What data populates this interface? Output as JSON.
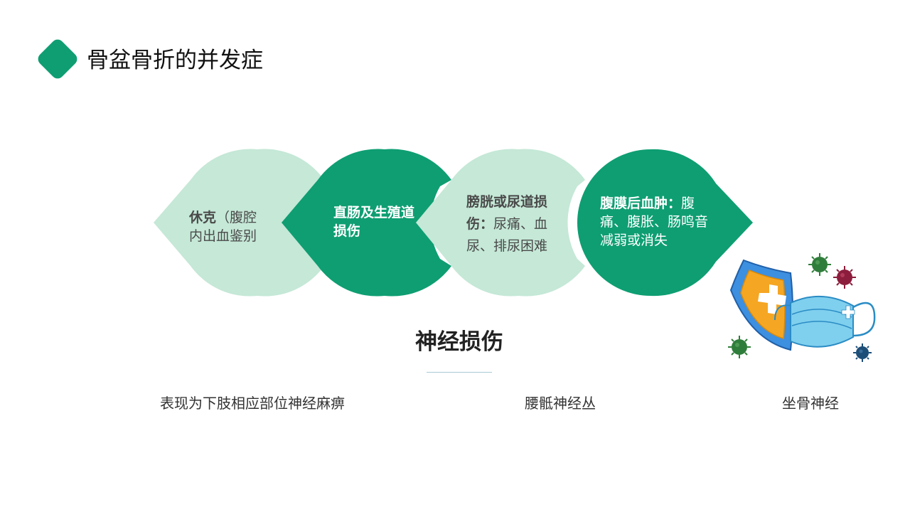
{
  "page": {
    "title": "骨盆骨折的并发症"
  },
  "complications": [
    {
      "bold": "休克",
      "text": "（腹腔内出血鉴别",
      "style": "light"
    },
    {
      "bold": "直肠及生殖道损伤",
      "text": "",
      "style": "dark"
    },
    {
      "bold": "膀胱或尿道损伤：",
      "text": "尿痛、血尿、排尿困难",
      "style": "light"
    },
    {
      "bold": "腹膜后血肿：",
      "text": "腹痛、腹胀、肠鸣音减弱或消失",
      "style": "dark"
    }
  ],
  "nerve_injury": {
    "heading": "神经损伤",
    "items": [
      "表现为下肢相应部位神经麻痹",
      "腰骶神经丛",
      "坐骨神经"
    ]
  },
  "colors": {
    "primary_green": "#0e9e72",
    "light_green": "#c5e8d7"
  },
  "illustration": {
    "icons": [
      "shield-icon",
      "medical-cross-icon",
      "face-mask-icon",
      "virus-icon"
    ]
  }
}
